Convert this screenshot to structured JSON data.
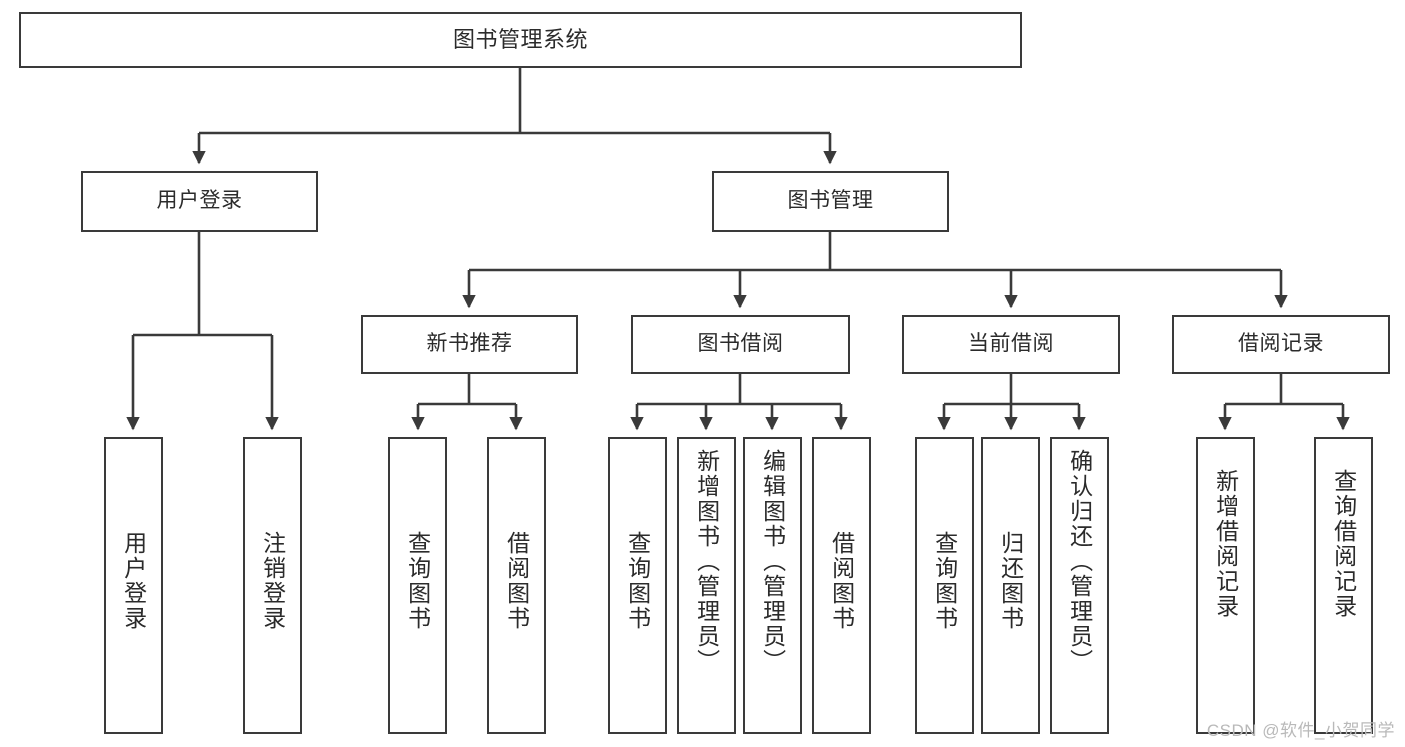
{
  "diagram": {
    "title": "图书管理系统",
    "watermark": "CSDN @软件_小贺同学",
    "stroke_color": "#3a3a3a",
    "text_color": "#2b2b2b",
    "background": "#ffffff",
    "nodes": {
      "root": {
        "label": "图书管理系统"
      },
      "level2": [
        {
          "id": "user-login",
          "label": "用户登录"
        },
        {
          "id": "book-manage",
          "label": "图书管理"
        }
      ],
      "level3": [
        {
          "id": "new-book-rec",
          "label": "新书推荐"
        },
        {
          "id": "book-borrow",
          "label": "图书借阅"
        },
        {
          "id": "current-borrow",
          "label": "当前借阅"
        },
        {
          "id": "borrow-record",
          "label": "借阅记录"
        }
      ],
      "leaves": {
        "user_login": [
          {
            "id": "leaf-user-login",
            "label": "用户登录"
          },
          {
            "id": "leaf-logout",
            "label": "注销登录"
          }
        ],
        "new_book_rec": [
          {
            "id": "leaf-query-book-1",
            "label": "查询图书"
          },
          {
            "id": "leaf-borrow-book-1",
            "label": "借阅图书"
          }
        ],
        "book_borrow": [
          {
            "id": "leaf-query-book-2",
            "label": "查询图书"
          },
          {
            "id": "leaf-add-book",
            "label": "新增图书（管理员）"
          },
          {
            "id": "leaf-edit-book",
            "label": "编辑图书（管理员）"
          },
          {
            "id": "leaf-borrow-book-2",
            "label": "借阅图书"
          }
        ],
        "current_borrow": [
          {
            "id": "leaf-query-book-3",
            "label": "查询图书"
          },
          {
            "id": "leaf-return-book",
            "label": "归还图书"
          },
          {
            "id": "leaf-confirm-return",
            "label": "确认归还（管理员）"
          }
        ],
        "borrow_record": [
          {
            "id": "leaf-add-record",
            "label": "新增借阅记录"
          },
          {
            "id": "leaf-query-record",
            "label": "查询借阅记录"
          }
        ]
      }
    }
  }
}
